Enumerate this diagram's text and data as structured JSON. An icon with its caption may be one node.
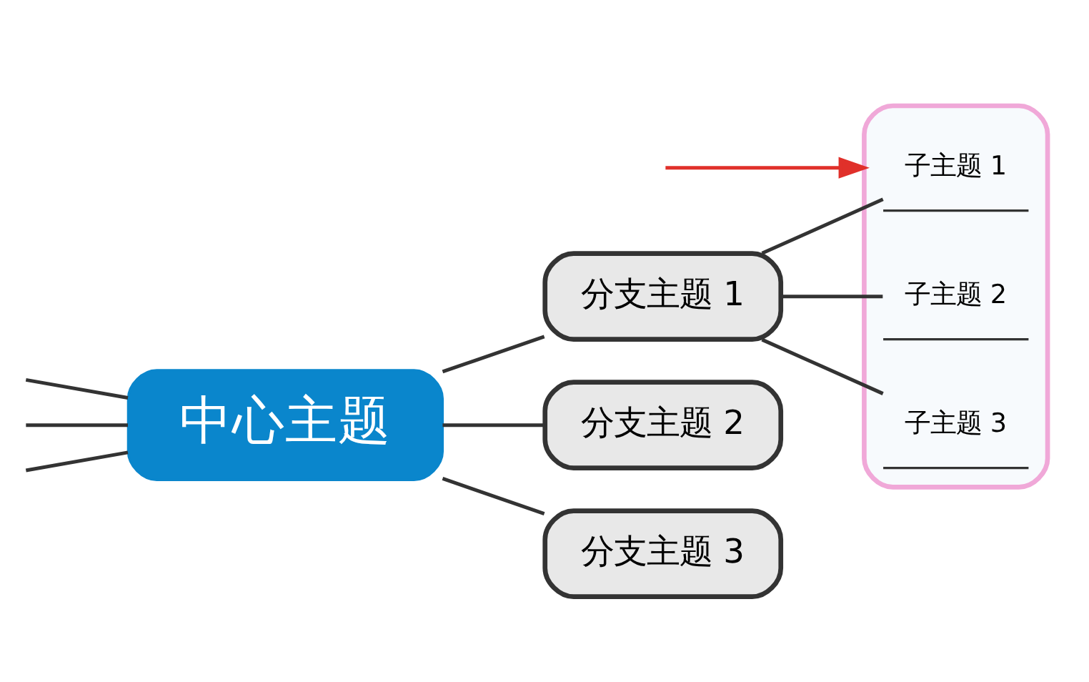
{
  "diagram": {
    "nodes": [
      {
        "text": [
          "中心主题"
        ]
      },
      {
        "text": [
          "分支主题 1"
        ]
      },
      {
        "text": [
          "分支主题 2"
        ]
      },
      {
        "text": [
          "分支主题 3"
        ]
      },
      {
        "text": [],
        "shape": "box"
      },
      {
        "text": [
          "子主题 1"
        ],
        "in": 4
      },
      {
        "text": [
          "子主题 2"
        ],
        "in": 4
      },
      {
        "text": [
          "子主题 3"
        ],
        "in": 4
      }
    ],
    "edges": [
      {
        "from": null,
        "to": 0,
        "arrow": "none"
      },
      {
        "from": null,
        "to": 0,
        "arrow": "none"
      },
      {
        "from": null,
        "to": 0,
        "arrow": "none"
      },
      {
        "from": 0,
        "to": 1,
        "arrow": "none"
      },
      {
        "from": 0,
        "to": 2,
        "arrow": "none"
      },
      {
        "from": 0,
        "to": 3,
        "arrow": "none"
      },
      {
        "from": 1,
        "to": 5,
        "arrow": "none"
      },
      {
        "from": 1,
        "to": 6,
        "arrow": "none"
      },
      {
        "from": 1,
        "to": 7,
        "arrow": "none"
      },
      {
        "from": null,
        "to": 4,
        "arrow": "to",
        "color": "#e0302a"
      }
    ]
  }
}
